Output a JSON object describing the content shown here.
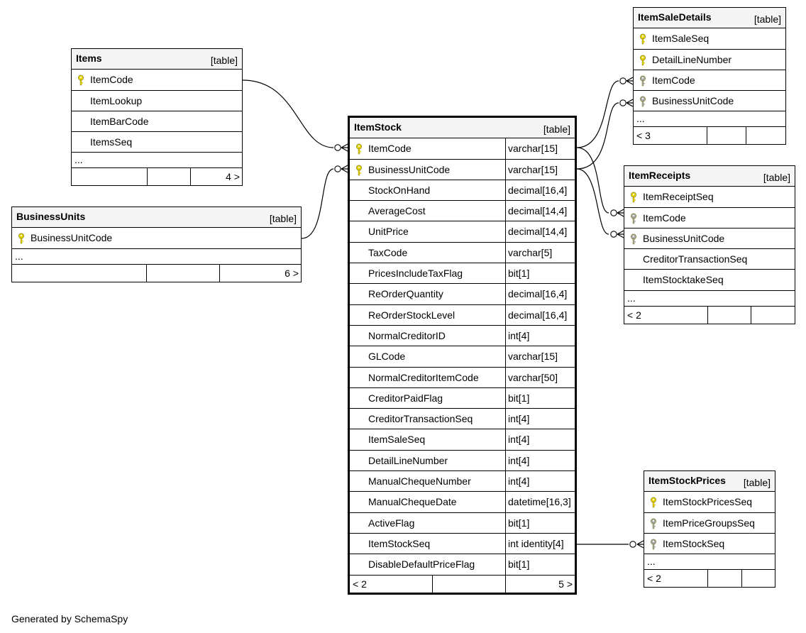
{
  "footer": "Generated by SchemaSpy",
  "colors": {
    "primary_key": "#e8d400",
    "foreign_key": "#a8a8a8",
    "header_bg": "#f4f4f4"
  },
  "tables": {
    "items": {
      "name": "Items",
      "kind": "[table]",
      "columns": [
        {
          "name": "ItemCode",
          "key": "primary"
        },
        {
          "name": "ItemLookup",
          "key": "none"
        },
        {
          "name": "ItemBarCode",
          "key": "none"
        },
        {
          "name": "ItemsSeq",
          "key": "none"
        }
      ],
      "ellipsis": "...",
      "footer_left": "",
      "footer_right": "4 >"
    },
    "business_units": {
      "name": "BusinessUnits",
      "kind": "[table]",
      "columns": [
        {
          "name": "BusinessUnitCode",
          "key": "primary"
        }
      ],
      "ellipsis": "...",
      "footer_left": "",
      "footer_right": "6 >"
    },
    "item_stock": {
      "name": "ItemStock",
      "kind": "[table]",
      "columns": [
        {
          "name": "ItemCode",
          "type": "varchar[15]",
          "key": "primary"
        },
        {
          "name": "BusinessUnitCode",
          "type": "varchar[15]",
          "key": "primary"
        },
        {
          "name": "StockOnHand",
          "type": "decimal[16,4]",
          "key": "none"
        },
        {
          "name": "AverageCost",
          "type": "decimal[14,4]",
          "key": "none"
        },
        {
          "name": "UnitPrice",
          "type": "decimal[14,4]",
          "key": "none"
        },
        {
          "name": "TaxCode",
          "type": "varchar[5]",
          "key": "none"
        },
        {
          "name": "PricesIncludeTaxFlag",
          "type": "bit[1]",
          "key": "none"
        },
        {
          "name": "ReOrderQuantity",
          "type": "decimal[16,4]",
          "key": "none"
        },
        {
          "name": "ReOrderStockLevel",
          "type": "decimal[16,4]",
          "key": "none"
        },
        {
          "name": "NormalCreditorID",
          "type": "int[4]",
          "key": "none"
        },
        {
          "name": "GLCode",
          "type": "varchar[15]",
          "key": "none"
        },
        {
          "name": "NormalCreditorItemCode",
          "type": "varchar[50]",
          "key": "none"
        },
        {
          "name": "CreditorPaidFlag",
          "type": "bit[1]",
          "key": "none"
        },
        {
          "name": "CreditorTransactionSeq",
          "type": "int[4]",
          "key": "none"
        },
        {
          "name": "ItemSaleSeq",
          "type": "int[4]",
          "key": "none"
        },
        {
          "name": "DetailLineNumber",
          "type": "int[4]",
          "key": "none"
        },
        {
          "name": "ManualChequeNumber",
          "type": "int[4]",
          "key": "none"
        },
        {
          "name": "ManualChequeDate",
          "type": "datetime[16,3]",
          "key": "none"
        },
        {
          "name": "ActiveFlag",
          "type": "bit[1]",
          "key": "none"
        },
        {
          "name": "ItemStockSeq",
          "type": "int identity[4]",
          "key": "none"
        },
        {
          "name": "DisableDefaultPriceFlag",
          "type": "bit[1]",
          "key": "none"
        }
      ],
      "footer_left": "< 2",
      "footer_right": "5 >"
    },
    "item_sale_details": {
      "name": "ItemSaleDetails",
      "kind": "[table]",
      "columns": [
        {
          "name": "ItemSaleSeq",
          "key": "primary"
        },
        {
          "name": "DetailLineNumber",
          "key": "primary"
        },
        {
          "name": "ItemCode",
          "key": "foreign"
        },
        {
          "name": "BusinessUnitCode",
          "key": "foreign"
        }
      ],
      "ellipsis": "...",
      "footer_left": "< 3",
      "footer_right": ""
    },
    "item_receipts": {
      "name": "ItemReceipts",
      "kind": "[table]",
      "columns": [
        {
          "name": "ItemReceiptSeq",
          "key": "primary"
        },
        {
          "name": "ItemCode",
          "key": "foreign"
        },
        {
          "name": "BusinessUnitCode",
          "key": "foreign"
        },
        {
          "name": "CreditorTransactionSeq",
          "key": "none"
        },
        {
          "name": "ItemStocktakeSeq",
          "key": "none"
        }
      ],
      "ellipsis": "...",
      "footer_left": "< 2",
      "footer_right": ""
    },
    "item_stock_prices": {
      "name": "ItemStockPrices",
      "kind": "[table]",
      "columns": [
        {
          "name": "ItemStockPricesSeq",
          "key": "primary"
        },
        {
          "name": "ItemPriceGroupsSeq",
          "key": "foreign"
        },
        {
          "name": "ItemStockSeq",
          "key": "foreign"
        }
      ],
      "ellipsis": "...",
      "footer_left": "< 2",
      "footer_right": ""
    }
  }
}
